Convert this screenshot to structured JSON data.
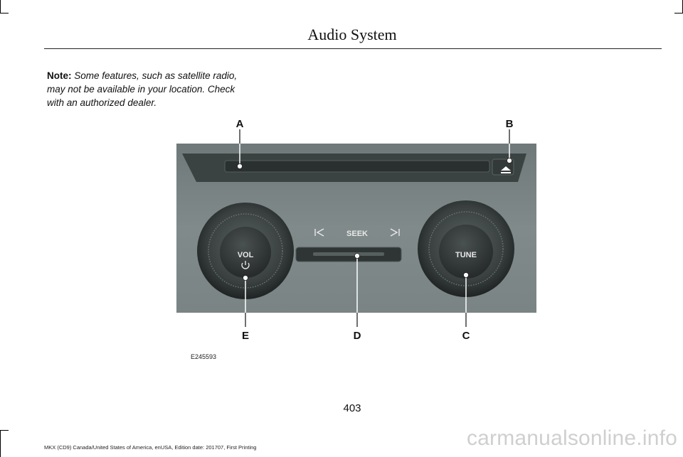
{
  "header": {
    "title": "Audio System"
  },
  "note": {
    "label": "Note:",
    "text": "Some features, such as satellite radio, may not be available in your location. Check with an authorized dealer."
  },
  "figure": {
    "callouts": {
      "a": "A",
      "b": "B",
      "c": "C",
      "d": "D",
      "e": "E"
    },
    "panel_labels": {
      "seek": "SEEK",
      "vol": "VOL",
      "tune": "TUNE"
    },
    "figure_id": "E245593",
    "colors": {
      "panel": "#7b8585",
      "knob": "#2f3333",
      "callout": "#ffffff"
    },
    "icons": [
      "seek-back-icon",
      "seek-forward-icon",
      "power-icon",
      "eject-icon"
    ]
  },
  "page_number": "403",
  "footer": {
    "text": "MKX (CD9) Canada/United States of America, enUSA, Edition date: 201707, First Printing"
  },
  "watermark": "carmanualsonline.info"
}
